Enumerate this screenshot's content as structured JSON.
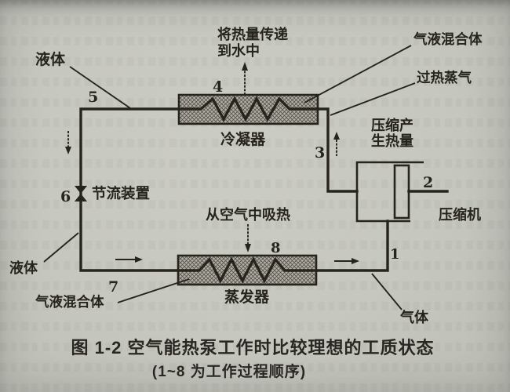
{
  "colors": {
    "paper": "#c7c8c0",
    "ink": "#27241e",
    "exchanger_hatch_bg": "#b2afa7",
    "exchanger_hatch_line": "#56524a"
  },
  "components": {
    "condenser": "冷凝器",
    "evaporator": "蒸发器",
    "compressor": "压缩机",
    "throttle": "节流装置"
  },
  "states": {
    "liquid_top": "液体",
    "liquid_bottom": "液体",
    "mixture_top": "气液混合体",
    "mixture_bottom": "气液混合体",
    "superheated_vapor": "过热蒸气",
    "gas": "气体"
  },
  "annotations": {
    "heat_to_water_line1": "将热量传递",
    "heat_to_water_line2": "到水中",
    "compression_heat_line1": "压缩产",
    "compression_heat_line2": "生热量",
    "absorb_heat": "从空气中吸热"
  },
  "sequence": {
    "p1": "1",
    "p2": "2",
    "p3": "3",
    "p4": "4",
    "p5": "5",
    "p6": "6",
    "p7": "7",
    "p8": "8"
  },
  "caption": {
    "line1": "图 1-2  空气能热泵工作时比较理想的工质状态",
    "line2": "(1~8 为工作过程顺序)"
  }
}
